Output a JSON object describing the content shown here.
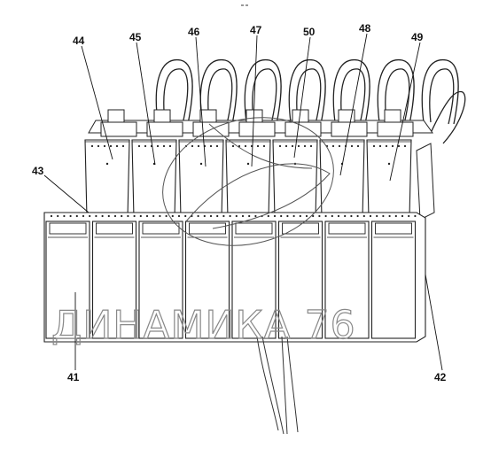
{
  "diagram": {
    "callouts": [
      {
        "id": "c44",
        "label": "44"
      },
      {
        "id": "c45",
        "label": "45"
      },
      {
        "id": "c46",
        "label": "46"
      },
      {
        "id": "c47",
        "label": "47"
      },
      {
        "id": "c50",
        "label": "50"
      },
      {
        "id": "c48",
        "label": "48"
      },
      {
        "id": "c49",
        "label": "49"
      },
      {
        "id": "c43",
        "label": "43"
      },
      {
        "id": "c41",
        "label": "41"
      },
      {
        "id": "c42",
        "label": "42"
      }
    ],
    "watermark": "ДИНАМИКА 76",
    "colors": {
      "line": "#222222",
      "fill": "#ffffff",
      "watermark": "#888888"
    }
  }
}
